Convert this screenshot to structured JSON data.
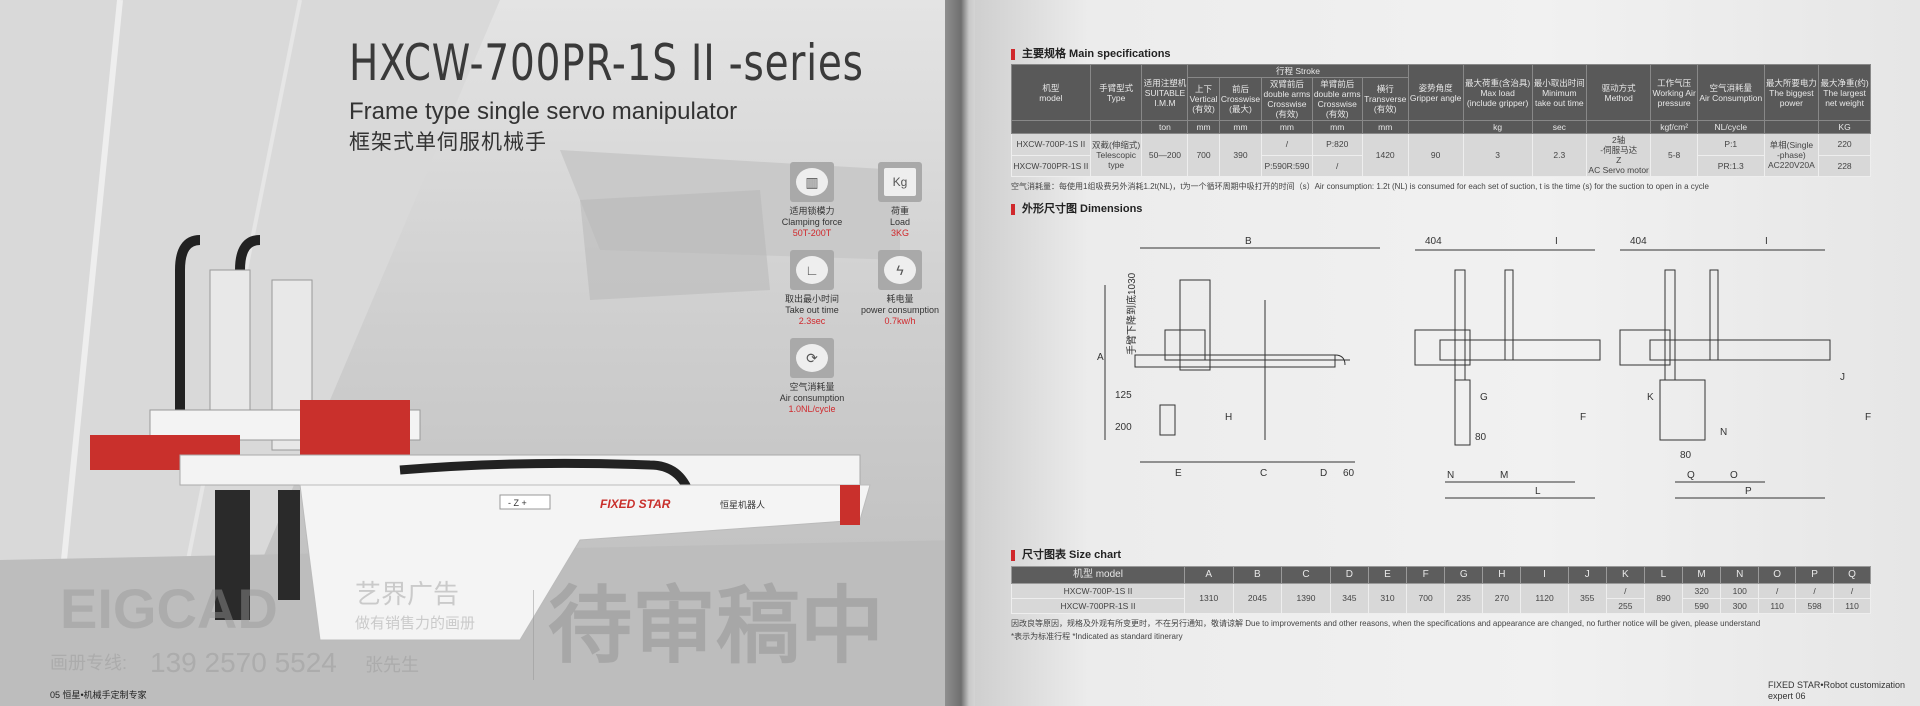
{
  "left_page": {
    "title": "HXCW-700PR-1S II -series",
    "subtitle_en": "Frame type single servo manipulator",
    "subtitle_cn": "框架式单伺服机械手",
    "features": [
      {
        "icon": "clamp-icon",
        "cn": "适用锁模力",
        "en": "Clamping force",
        "value": "50T-200T"
      },
      {
        "icon": "kg-load-icon",
        "cn": "荷重",
        "en": "Load",
        "value": "3KG"
      },
      {
        "icon": "clock-icon",
        "cn": "取出最小时间",
        "en": "Take out time",
        "value": "2.3sec"
      },
      {
        "icon": "lightning-icon",
        "cn": "耗电量",
        "en": "power consumption",
        "value": "0.7kw/h"
      },
      {
        "icon": "air-cycle-icon",
        "cn": "空气消耗量",
        "en": "Air consumption",
        "value": "1.0NL/cycle"
      }
    ],
    "robot_label": "FIXED STAR",
    "robot_label_cn": "恒星机器人",
    "axis_badge": "- Z +",
    "watermark_logo": "EIGCAD",
    "watermark_cn": "艺界广告",
    "watermark_slogan": "做有销售力的画册",
    "watermark_phone_label": "画册专线:",
    "watermark_phone": "139 2570 5524",
    "watermark_contact": "张先生",
    "watermark_review": "待审稿中",
    "page_footer": "05 恒星•机械手定制专家"
  },
  "right_page": {
    "spec_title": "主要规格 Main specifications",
    "spec_headers": {
      "model": "机型\nmodel",
      "type": "手臂型式\nType",
      "imm": "适用注塑机\nSUITABLE\nI.M.M",
      "stroke": "行程 Stroke",
      "vertical": "上下\nVertical\n(有效)",
      "crosswise": "前后\nCrosswise\n(最大)",
      "double": "双臂前后\ndouble arms\nCrosswise\n(有效)",
      "single": "单臂前后\ndouble arms\nCrosswise\n(有效)",
      "transverse": "横行\nTransverse\n(有效)",
      "gripper": "姿势角度\nGripper angle",
      "load": "最大荷重(含治具)\nMax load\n(include gripper)",
      "takeout": "最小取出时间\nMinimum\ntake out time",
      "method": "驱动方式\nMethod",
      "air": "工作气压\nWorking Air\npressure",
      "aircons": "空气消耗量\nAir Consumption",
      "power": "最大所要电力\nThe biggest\npower",
      "weight": "最大净重(约)\nThe largest\nnet weight"
    },
    "spec_units": [
      "",
      "",
      "ton",
      "mm",
      "mm",
      "mm",
      "mm",
      "mm",
      "",
      "kg",
      "sec",
      "",
      "kgf/cm²",
      "NL/cycle",
      "",
      "KG"
    ],
    "spec_rows": {
      "models": [
        "HXCW-700P-1S II",
        "HXCW-700PR-1S II"
      ],
      "type": "双截(伸缩式)\nTelescopic\ntype",
      "imm": "50—200",
      "vertical": "700",
      "crosswise": "390",
      "double": [
        "/",
        "P:590R:590"
      ],
      "single": [
        "P:820",
        "/"
      ],
      "transverse": "1420",
      "gripper": "90",
      "load": "3",
      "takeout": "2.3",
      "method": "2轴\n-伺服马达\nZ\nAC Servo motor",
      "air": "5-8",
      "aircons": [
        "P:1",
        "PR:1.3"
      ],
      "power": "单相(Single\n-phase)\nAC220V20A",
      "weight": [
        "220",
        "228"
      ]
    },
    "spec_note": "空气消耗量：每使用1组吸费另外消耗1.2t(NL)，t为一个循环周期中吸打开的时间（s）Air consumption: 1.2t (NL) is consumed for each set of suction, t is the time (s) for the suction to open in a cycle",
    "dimensions_title": "外形尺寸图 Dimensions",
    "drawing_labels": {
      "A": "A",
      "B": "B",
      "C": "C",
      "D": "D",
      "E": "E",
      "F": "F",
      "G": "G",
      "H": "H",
      "I": "I",
      "J": "J",
      "K": "K",
      "L": "L",
      "M": "M",
      "N": "N",
      "O": "O",
      "P": "P",
      "Q": "Q",
      "d404": "404",
      "d80": "80",
      "d60": "60",
      "d125": "125",
      "d200": "200",
      "d1030": "手臂下降到底1030"
    },
    "size_title": "尺寸图表 Size chart",
    "size_headers": [
      "机型 model",
      "A",
      "B",
      "C",
      "D",
      "E",
      "F",
      "G",
      "H",
      "I",
      "J",
      "K",
      "L",
      "M",
      "N",
      "O",
      "P",
      "Q"
    ],
    "size_rows": {
      "models": [
        "HXCW-700P-1S II",
        "HXCW-700PR-1S II"
      ],
      "shared": {
        "A": "1310",
        "B": "2045",
        "C": "1390",
        "D": "345",
        "E": "310",
        "F": "700",
        "G": "235",
        "H": "270",
        "I": "1120",
        "J": "355",
        "L": "890"
      },
      "split": {
        "K": [
          "/",
          "255"
        ],
        "M": [
          "320",
          "590"
        ],
        "N": [
          "100",
          "300"
        ],
        "O": [
          "/",
          "110"
        ],
        "P": [
          "/",
          "598"
        ],
        "Q": [
          "/",
          "110"
        ]
      }
    },
    "size_note1": "因改良等原因，规格及外观有所变更时，不在另行通知，敬请谅解 Due to improvements and other reasons, when the specifications and appearance are changed, no further notice will be given, please understand",
    "size_note2": "*表示为标准行程    *Indicated as standard itinerary",
    "page_footer": "FIXED STAR•Robot customization expert 06"
  },
  "colors": {
    "accent": "#d0282c",
    "table_header": "#595959",
    "table_cell": "#d8d8d8"
  }
}
